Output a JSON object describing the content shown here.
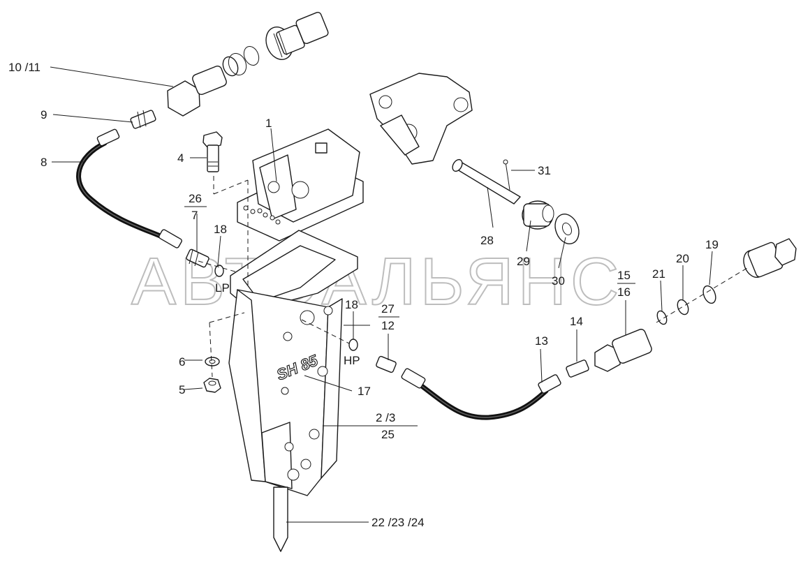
{
  "watermark": "АВТОАЛЬЯНС",
  "labels": {
    "l10_11": "10 /11",
    "l9": "9",
    "l8": "8",
    "l4": "4",
    "l1": "1",
    "l26": "26",
    "l7": "7",
    "l18a": "18",
    "lLP": "LP",
    "l6": "6",
    "l5": "5",
    "l18b": "18",
    "lHP": "HP",
    "l27": "27",
    "l12": "12",
    "l17": "17",
    "l2_3": "2 /3",
    "l25": "25",
    "l22_23_24": "22 /23 /24",
    "l13": "13",
    "l14": "14",
    "l15": "15",
    "l16": "16",
    "l21": "21",
    "l20": "20",
    "l19": "19",
    "l31": "31",
    "l28": "28",
    "l29": "29",
    "l30": "30"
  },
  "body_marking": "SH 85"
}
